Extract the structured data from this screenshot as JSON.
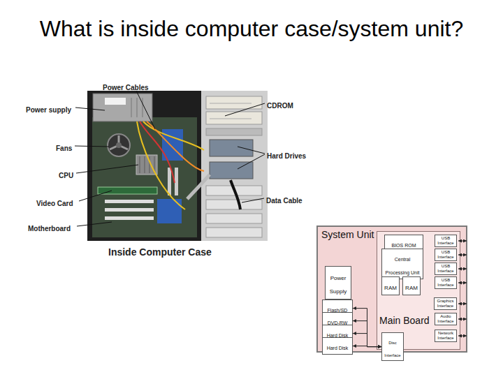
{
  "diagram": {
    "title": "What is inside computer case/system unit?",
    "caption": "Inside Computer Case",
    "nodes": [
      {
        "text": [
          "System Unit"
        ]
      },
      {
        "text": [
          "Main Board"
        ],
        "in": 0
      },
      {
        "text": [
          "BIOS ROM"
        ],
        "in": 1
      },
      {
        "text": [
          "Central Processing Unit"
        ],
        "in": 1
      },
      {
        "text": [
          "RAM"
        ],
        "in": 1
      },
      {
        "text": [
          "RAM"
        ],
        "in": 1
      },
      {
        "text": [
          "Power Supply"
        ],
        "in": 0
      },
      {
        "text": [
          "Flash/SD"
        ],
        "in": 0
      },
      {
        "text": [
          "DVD-RW"
        ],
        "in": 0
      },
      {
        "text": [
          "Hard Disk"
        ],
        "in": 0
      },
      {
        "text": [
          "Hard Disk"
        ],
        "in": 0
      },
      {
        "text": [
          "Disc Interface"
        ],
        "in": 1
      },
      {
        "text": [
          "USB Interface"
        ],
        "in": 1
      },
      {
        "text": [
          "USB Interface"
        ],
        "in": 1
      },
      {
        "text": [
          "USB Interface"
        ],
        "in": 1
      },
      {
        "text": [
          "USB Interface"
        ],
        "in": 1
      },
      {
        "text": [
          "Graphics Interface"
        ],
        "in": 1
      },
      {
        "text": [
          "Audio Interface"
        ],
        "in": 1
      },
      {
        "text": [
          "Network Interface"
        ],
        "in": 1
      }
    ],
    "edges": [
      {
        "from": 7,
        "to": 11,
        "arrow": "both"
      },
      {
        "from": 8,
        "to": 11,
        "arrow": "both"
      },
      {
        "from": 9,
        "to": 11,
        "arrow": "both"
      },
      {
        "from": 10,
        "to": 11,
        "arrow": "both"
      }
    ],
    "labels": [
      "Power Cables",
      "Power supply",
      "Fans",
      "CPU",
      "Video Card",
      "Motherboard",
      "CDROM",
      "Hard Drives",
      "Data Cable"
    ]
  }
}
